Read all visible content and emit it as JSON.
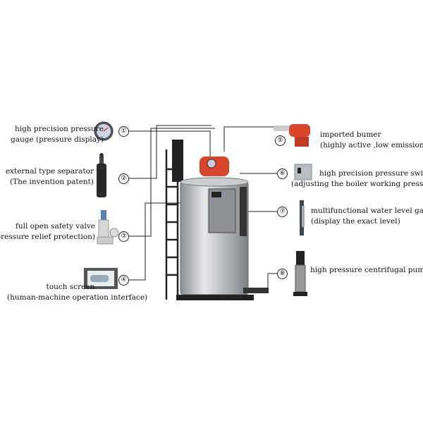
{
  "components": [
    {
      "num": "①",
      "line1": "high precision pressure",
      "line2": "gauge (pressure display)"
    },
    {
      "num": "②",
      "line1": "external type separator",
      "line2": "(The invention patent)"
    },
    {
      "num": "③",
      "line1": "full open safety valve",
      "line2": "(pressure relief protection)"
    },
    {
      "num": "④",
      "line1": "touch screen",
      "line2": "(human-machine operation interface)"
    },
    {
      "num": "⑤",
      "line1": "imported bumer",
      "line2": "(highly active ,low emission)"
    },
    {
      "num": "⑥",
      "line1": "high precision pressure switch",
      "line2": "(adjusting the boiler working pressure)"
    },
    {
      "num": "⑦",
      "line1": "multifunctional water level gauge",
      "line2": "(display the exact level)"
    },
    {
      "num": "⑧",
      "line1": "high pressure centrifugal pump",
      "line2": ""
    }
  ],
  "colors": {
    "burner": "#d9452a",
    "steel": "#b8bcc0",
    "frame": "#222222"
  }
}
